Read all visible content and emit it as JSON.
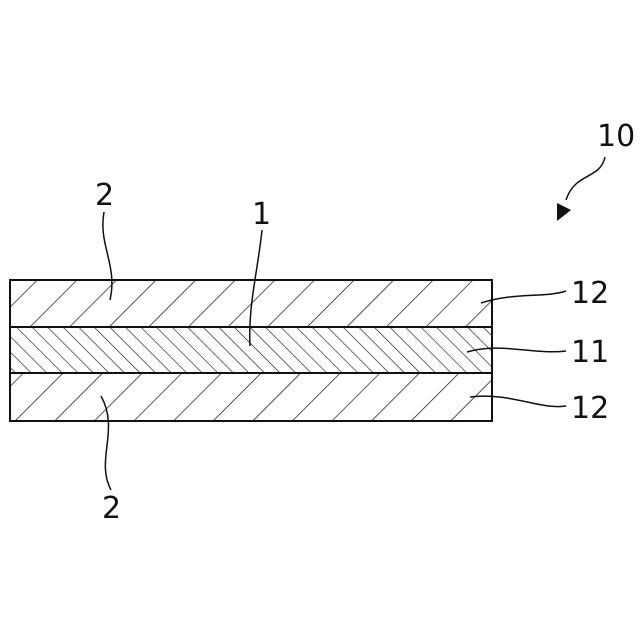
{
  "figure": {
    "assembly_ref": "10",
    "layers": [
      {
        "id": "top-outer-layer",
        "ref_side": "12",
        "ref_hatch": "2"
      },
      {
        "id": "core-layer",
        "ref_side": "11",
        "ref_hatch": "1"
      },
      {
        "id": "bottom-outer-layer",
        "ref_side": "12",
        "ref_hatch": "2"
      }
    ]
  },
  "colors": {
    "line": "#111111",
    "background": "#ffffff"
  }
}
